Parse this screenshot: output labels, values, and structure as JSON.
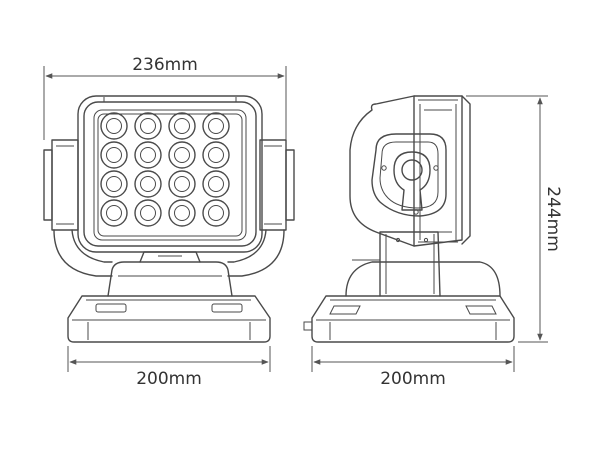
{
  "diagram": {
    "dimensions": {
      "front_width": "236mm",
      "front_base_width": "200mm",
      "side_base_width": "200mm",
      "side_height": "244mm"
    },
    "led_grid": {
      "rows": 4,
      "cols": 4
    },
    "line_color": "#4a4a4a",
    "background": "#ffffff"
  }
}
